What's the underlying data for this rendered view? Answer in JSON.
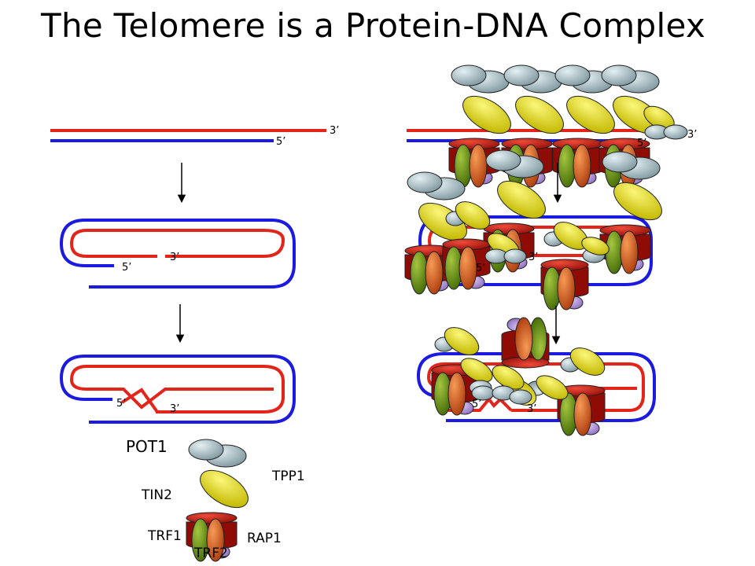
{
  "title": "The Telomere is a Protein-DNA Complex",
  "end_labels": {
    "three_prime": "3’",
    "five_prime": "5’"
  },
  "legend": {
    "pot1": "POT1",
    "tpp1": "TPP1",
    "tin2": "TIN2",
    "trf1": "TRF1",
    "trf2": "TRF2",
    "rap1": "RAP1"
  },
  "colors": {
    "strand_top": "#e3241b",
    "strand_bottom": "#1a1ae0",
    "pot1": "#9fb6bd",
    "tpp1": "#e6e21a",
    "tin2": "#d31a0f",
    "trf1": "#6a9a12",
    "trf2": "#e35c0f",
    "rap1": "#b596dc"
  }
}
